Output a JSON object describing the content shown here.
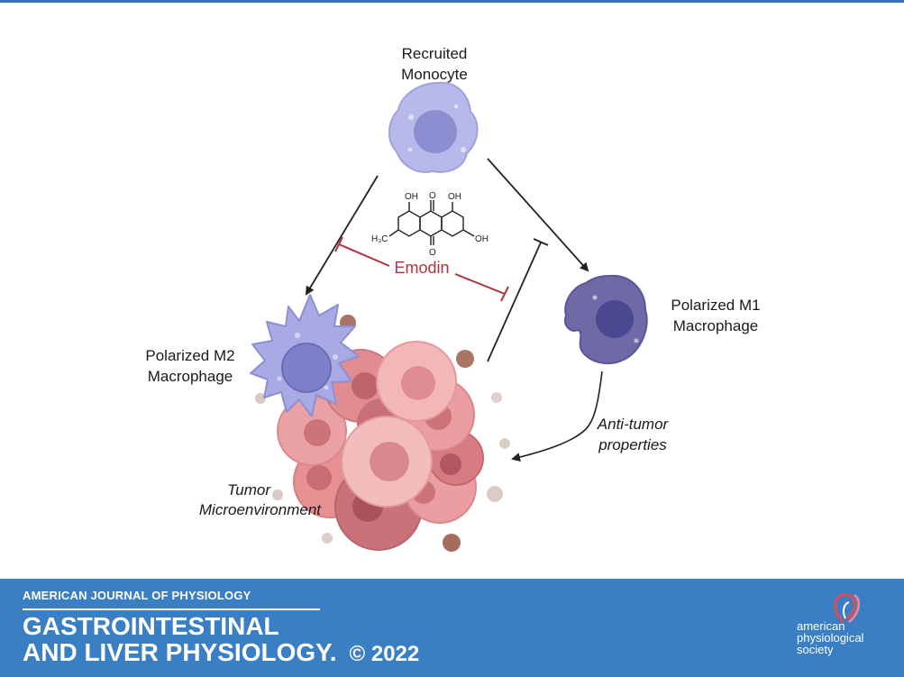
{
  "diagram": {
    "labels": {
      "monocyte": [
        "Recruited",
        "Monocyte"
      ],
      "m2": [
        "Polarized M2",
        "Macrophage"
      ],
      "m1": [
        "Polarized M1",
        "Macrophage"
      ],
      "tumor": [
        "Tumor",
        "Microenvironment"
      ],
      "antitumor": [
        "Anti-tumor",
        "properties"
      ],
      "drug": "Emodin"
    },
    "chem_labels": {
      "oh_left": "OH",
      "carbonyl_top": "O",
      "oh_right": "OH",
      "methyl": "H₃C",
      "carbonyl_bottom": "O",
      "oh_bottom": "OH"
    },
    "colors": {
      "inhibitor": "#b2333e",
      "monocyte": "#b7b8e8",
      "m1": "#6c67a5",
      "m2": "#a5a7e4",
      "tumor": "#e99a9c"
    }
  },
  "footer": {
    "journal_top": "AMERICAN JOURNAL OF PHYSIOLOGY",
    "journal_line1": "GASTROINTESTINAL",
    "journal_line2": "AND LIVER PHYSIOLOGY.",
    "copyright": "© 2022",
    "society_line1": "american",
    "society_line2": "physiological",
    "society_line3": "society"
  }
}
